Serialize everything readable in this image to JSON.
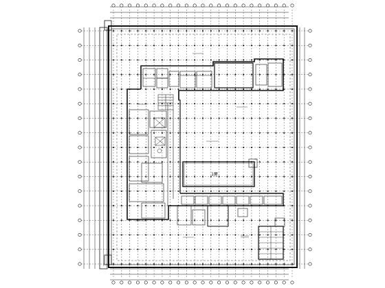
{
  "drawing": {
    "type": "architectural floor plan",
    "background": "#ffffff",
    "line_color": "#111111",
    "grid_columns": 23,
    "grid_rows": 17
  },
  "labels": {
    "hall_label": "1屋"
  }
}
